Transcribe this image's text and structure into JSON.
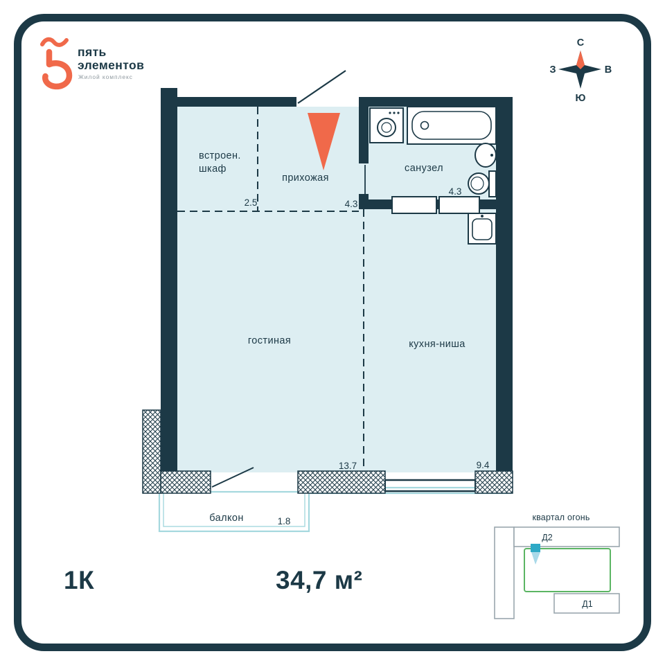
{
  "colors": {
    "frame": "#1c3946",
    "ink": "#1c3946",
    "room_fill": "#ddeef2",
    "accent": "#f0694a",
    "balcony_line": "#a5d8de",
    "map_outline": "#9aa6ad",
    "map_green": "#5bb563",
    "map_marker": "#2ea9c6",
    "map_marker_beam": "#a9d9e9"
  },
  "logo": {
    "title_line1": "пять",
    "title_line2": "элементов",
    "subtitle": "Жилой комплекс"
  },
  "compass": {
    "north": "С",
    "east": "В",
    "south": "Ю",
    "west": "З"
  },
  "rooms": {
    "wardrobe": {
      "label_line1": "встроен.",
      "label_line2": "шкаф",
      "area": "2.5"
    },
    "hallway": {
      "label": "прихожая",
      "area": "4.3"
    },
    "bathroom": {
      "label": "санузел",
      "area": "4.3"
    },
    "living_room": {
      "label": "гостиная",
      "area": "13.7"
    },
    "kitchen_niche": {
      "label": "кухня-ниша",
      "area": "9.4"
    },
    "balcony": {
      "label": "балкон",
      "area": "1.8"
    }
  },
  "summary": {
    "plan_type": "1К",
    "total_area": "34,7 м²"
  },
  "minimap": {
    "title": "квартал огонь",
    "building_d2": "Д2",
    "building_d1": "Д1"
  }
}
